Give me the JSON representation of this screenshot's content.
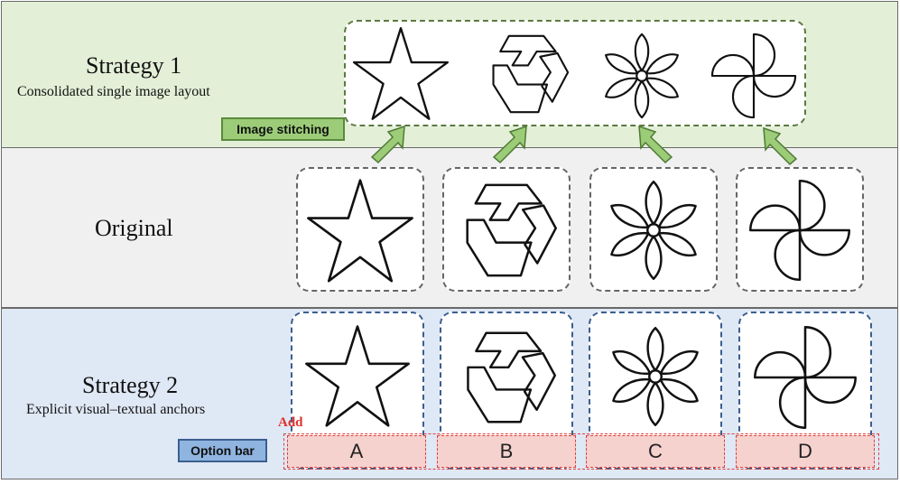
{
  "strategy1": {
    "title": "Strategy 1",
    "subtitle": "Consolidated single image layout",
    "tag": "Image stitching"
  },
  "original": {
    "title": "Original"
  },
  "strategy2": {
    "title": "Strategy 2",
    "subtitle": "Explicit visual–textual anchors",
    "tag": "Option bar",
    "add_label": "Add",
    "options": [
      "A",
      "B",
      "C",
      "D"
    ]
  },
  "shapes": [
    "star-icon",
    "hexagon-knot-icon",
    "flower-icon",
    "pinwheel-icon"
  ],
  "colors": {
    "top_band": "#e3efd7",
    "mid_band": "#f0f0f0",
    "bottom_band": "#dfe8f5",
    "stitch_border": "#5a7a40",
    "original_border": "#666666",
    "strategy2_border": "#3a5f90",
    "arrow_fill": "#9ccc78",
    "option_fill": "#f6d2cf",
    "option_border": "#e0403a",
    "add_text": "#e0302a"
  }
}
